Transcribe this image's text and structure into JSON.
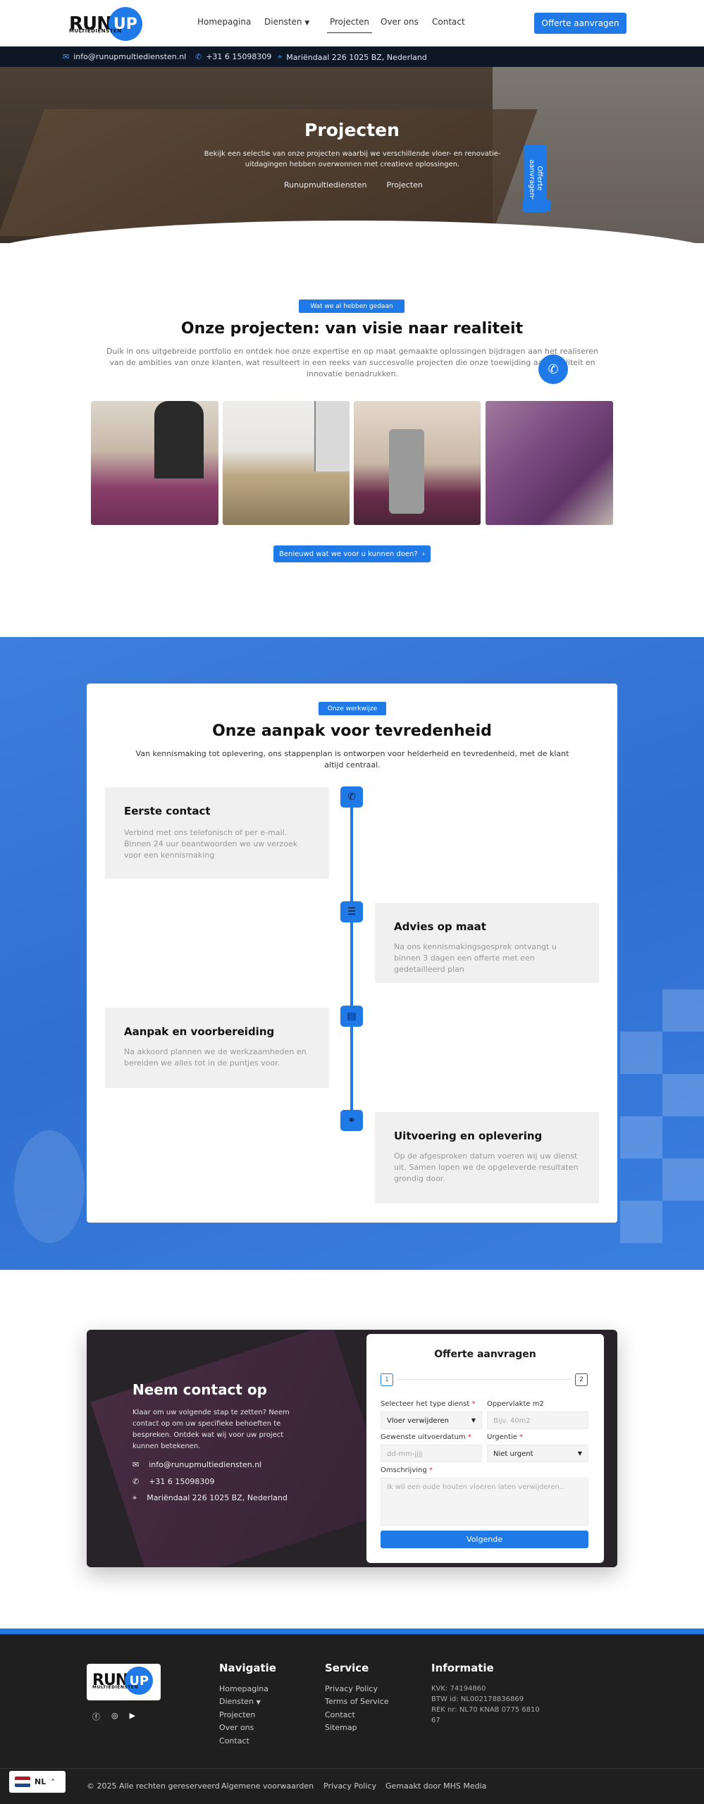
{
  "brand": {
    "name_part1": "RUN",
    "name_part2": "UP",
    "sub": "MULTIEDIENSTEN"
  },
  "nav": {
    "items": [
      "Homepagina",
      "Diensten",
      "Projecten",
      "Over ons",
      "Contact"
    ],
    "active": "Projecten",
    "cta": "Offerte aanvragen"
  },
  "topbar": {
    "email": "info@runupmultiediensten.nl",
    "phone": "+31 6 15098309",
    "address": "Mariëndaal 226 1025 BZ, Nederland"
  },
  "hero": {
    "title": "Projecten",
    "subtitle": "Bekijk een selectie van onze projecten waarbij we verschillende vloer- en renovatie-uitdagingen hebben overwonnen met creatieve oplossingen.",
    "breadcrumb": [
      "Runupmultiediensten",
      "Projecten"
    ],
    "side_tab": "Offerte aanvragen"
  },
  "projects": {
    "pill": "Wat we al hebben gedaan",
    "title": "Onze projecten: van visie naar realiteit",
    "text": "Duik in ons uitgebreide portfolio en ontdek hoe onze expertise en op maat gemaakte oplossingen bijdragen aan het realiseren van de ambities van onze klanten, wat resulteert in een reeks van succesvolle projecten die onze toewijding aan kwaliteit en innovatie benadrukken.",
    "button": "Benieuwd wat we voor u kunnen doen?"
  },
  "process": {
    "pill": "Onze werkwijze",
    "title": "Onze aanpak voor tevredenheid",
    "text": "Van kennismaking tot oplevering, ons stappenplan is ontworpen voor helderheid en tevredenheid, met de klant altijd centraal.",
    "steps": [
      {
        "title": "Eerste contact",
        "text": "Verbind met ons telefonisch of per e-mail. Binnen 24 uur beantwoorden we uw verzoek voor een kennismaking",
        "icon": "phone-icon"
      },
      {
        "title": "Advies op maat",
        "text": "Na ons kennismakingsgesprek ontvangt u binnen 3 dagen een offerte met een gedetailleerd plan",
        "icon": "list-icon"
      },
      {
        "title": "Aanpak en voorbereiding",
        "text": "Na akkoord plannen we de werkzaamheden en bereiden we alles tot in de puntjes voor.",
        "icon": "clipboard-icon"
      },
      {
        "title": "Uitvoering en oplevering",
        "text": "Op de afgesproken datum voeren wij uw dienst uit. Samen lopen we de opgeleverde resultaten grondig door.",
        "icon": "handshake-icon"
      }
    ]
  },
  "contact": {
    "title": "Neem contact op",
    "text": "Klaar om uw volgende stap te zetten? Neem contact op om uw specifieke behoeften te bespreken. Ontdek wat wij voor uw project kunnen betekenen.",
    "email": "info@runupmultiediensten.nl",
    "phone": "+31 6 15098309",
    "address": "Mariëndaal 226 1025 BZ, Nederland"
  },
  "form": {
    "title": "Offerte aanvragen",
    "step1": "1",
    "step2": "2",
    "type_label": "Selecteer het type dienst",
    "type_value": "Vloer verwijderen",
    "area_label": "Oppervlakte m2",
    "area_placeholder": "Bijv. 40m2",
    "date_label": "Gewenste uitvoerdatum",
    "date_placeholder": "dd-mm-jjjj",
    "urgency_label": "Urgentie",
    "urgency_value": "Niet urgent",
    "desc_label": "Omschrijving",
    "desc_placeholder": "Ik wil een oude houten vloeren laten verwijderen..",
    "required_mark": "*",
    "submit": "Volgende"
  },
  "footer": {
    "nav_title": "Navigatie",
    "nav_items": [
      "Homepagina",
      "Diensten",
      "Projecten",
      "Over ons",
      "Contact"
    ],
    "service_title": "Service",
    "service_items": [
      "Privacy Policy",
      "Terms of Service",
      "Contact",
      "Sitemap"
    ],
    "info_title": "Informatie",
    "info_lines": [
      "KVK: 74194860",
      "BTW id: NL002178836869",
      "REK nr: NL70 KNAB 0775 6810",
      "67"
    ],
    "copyright": "© 2025 Alle rechten gereserveerd",
    "bottom_links": [
      "Algemene voorwaarden",
      "Privacy Policy",
      "Gemaakt door MHS Media"
    ],
    "lang": "NL"
  },
  "colors": {
    "accent": "#1f7ae8",
    "dark": "#0e1726",
    "footer_bg": "#1f1f1f"
  }
}
